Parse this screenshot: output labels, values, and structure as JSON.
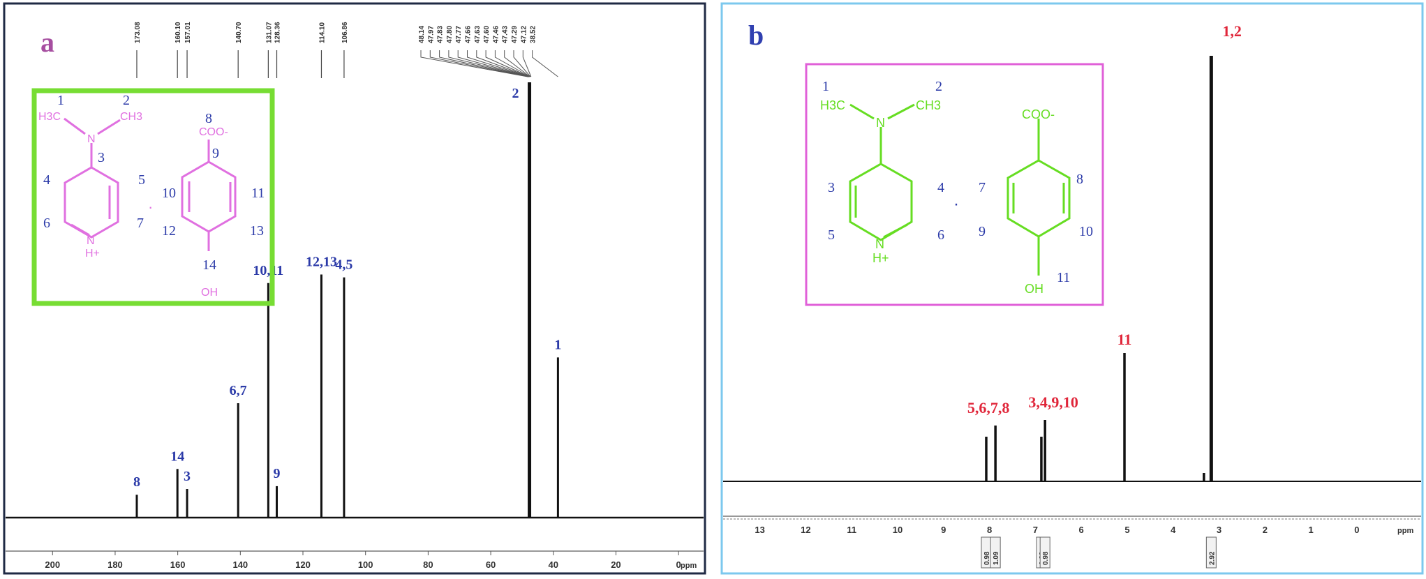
{
  "chart_data": [
    {
      "type": "nmr_spectrum",
      "panel_label": "a",
      "x_axis": {
        "range": [
          215,
          -8
        ],
        "ticks": [
          200,
          180,
          160,
          140,
          120,
          100,
          80,
          60,
          40,
          20,
          0
        ],
        "unit_label": "ppm"
      },
      "top_peak_labels": [
        "173.08",
        "160.10",
        "157.01",
        "140.70",
        "131.07",
        "128.36",
        "114.10",
        "106.86",
        "48.14",
        "47.97",
        "47.83",
        "47.80",
        "47.77",
        "47.66",
        "47.63",
        "47.60",
        "47.46",
        "47.43",
        "47.29",
        "47.12",
        "38.52"
      ],
      "peaks": [
        {
          "ppm": 173.08,
          "height": 0.08,
          "label": "8"
        },
        {
          "ppm": 160.1,
          "height": 0.17,
          "label": "14"
        },
        {
          "ppm": 157.01,
          "height": 0.1,
          "label": "3"
        },
        {
          "ppm": 140.7,
          "height": 0.4,
          "label": "6,7"
        },
        {
          "ppm": 131.07,
          "height": 0.82,
          "label": "10,11"
        },
        {
          "ppm": 128.36,
          "height": 0.11,
          "label": "9"
        },
        {
          "ppm": 114.1,
          "height": 0.85,
          "label": "12,13"
        },
        {
          "ppm": 106.86,
          "height": 0.84,
          "label": "4,5"
        },
        {
          "ppm": 47.63,
          "height": 1.8,
          "label": "2"
        },
        {
          "ppm": 38.52,
          "height": 0.56,
          "label": "1"
        }
      ],
      "structure": {
        "numbers": [
          "1",
          "2",
          "3",
          "4",
          "5",
          "6",
          "7",
          "8",
          "9",
          "10",
          "11",
          "12",
          "13",
          "14"
        ],
        "groups": {
          "h3c": "H3C",
          "ch3": "CH3",
          "n": "N",
          "nh": "N",
          "hplus": "H+",
          "coo": "COO-",
          "oh": "OH",
          "dot": "·"
        },
        "color": "#e070e0",
        "box_color": "#77dd33"
      }
    },
    {
      "type": "nmr_spectrum",
      "panel_label": "b",
      "x_axis": {
        "range": [
          13.8,
          -1.4
        ],
        "ticks": [
          13,
          12,
          11,
          10,
          9,
          8,
          7,
          6,
          5,
          4,
          3,
          2,
          1,
          0
        ],
        "unit_label": "ppm"
      },
      "peaks": [
        {
          "ppm": 8.07,
          "height": 0.32,
          "label": ""
        },
        {
          "ppm": 7.87,
          "height": 0.4,
          "label": "5,6,7,8"
        },
        {
          "ppm": 6.87,
          "height": 0.32,
          "label": ""
        },
        {
          "ppm": 6.79,
          "height": 0.44,
          "label": "3,4,9,10"
        },
        {
          "ppm": 5.06,
          "height": 0.92,
          "label": "11"
        },
        {
          "ppm": 3.33,
          "height": 0.06,
          "label": ""
        },
        {
          "ppm": 3.17,
          "height": 3.05,
          "label": "1,2"
        }
      ],
      "integrals": [
        {
          "ppm": 8.07,
          "value": "0.98"
        },
        {
          "ppm": 7.87,
          "value": "1.09"
        },
        {
          "ppm": 6.87,
          "value": "1.09"
        },
        {
          "ppm": 6.79,
          "value": "0.98"
        },
        {
          "ppm": 3.17,
          "value": "2.92"
        }
      ],
      "structure": {
        "numbers": [
          "1",
          "2",
          "3",
          "4",
          "5",
          "6",
          "7",
          "8",
          "9",
          "10",
          "11"
        ],
        "groups": {
          "h3c": "H3C",
          "ch3": "CH3",
          "n": "N",
          "nh": "N",
          "hplus": "H+",
          "coo": "COO-",
          "oh": "OH",
          "dot": "·"
        },
        "color": "#66dd22",
        "box_color": "#e060d8"
      }
    }
  ]
}
